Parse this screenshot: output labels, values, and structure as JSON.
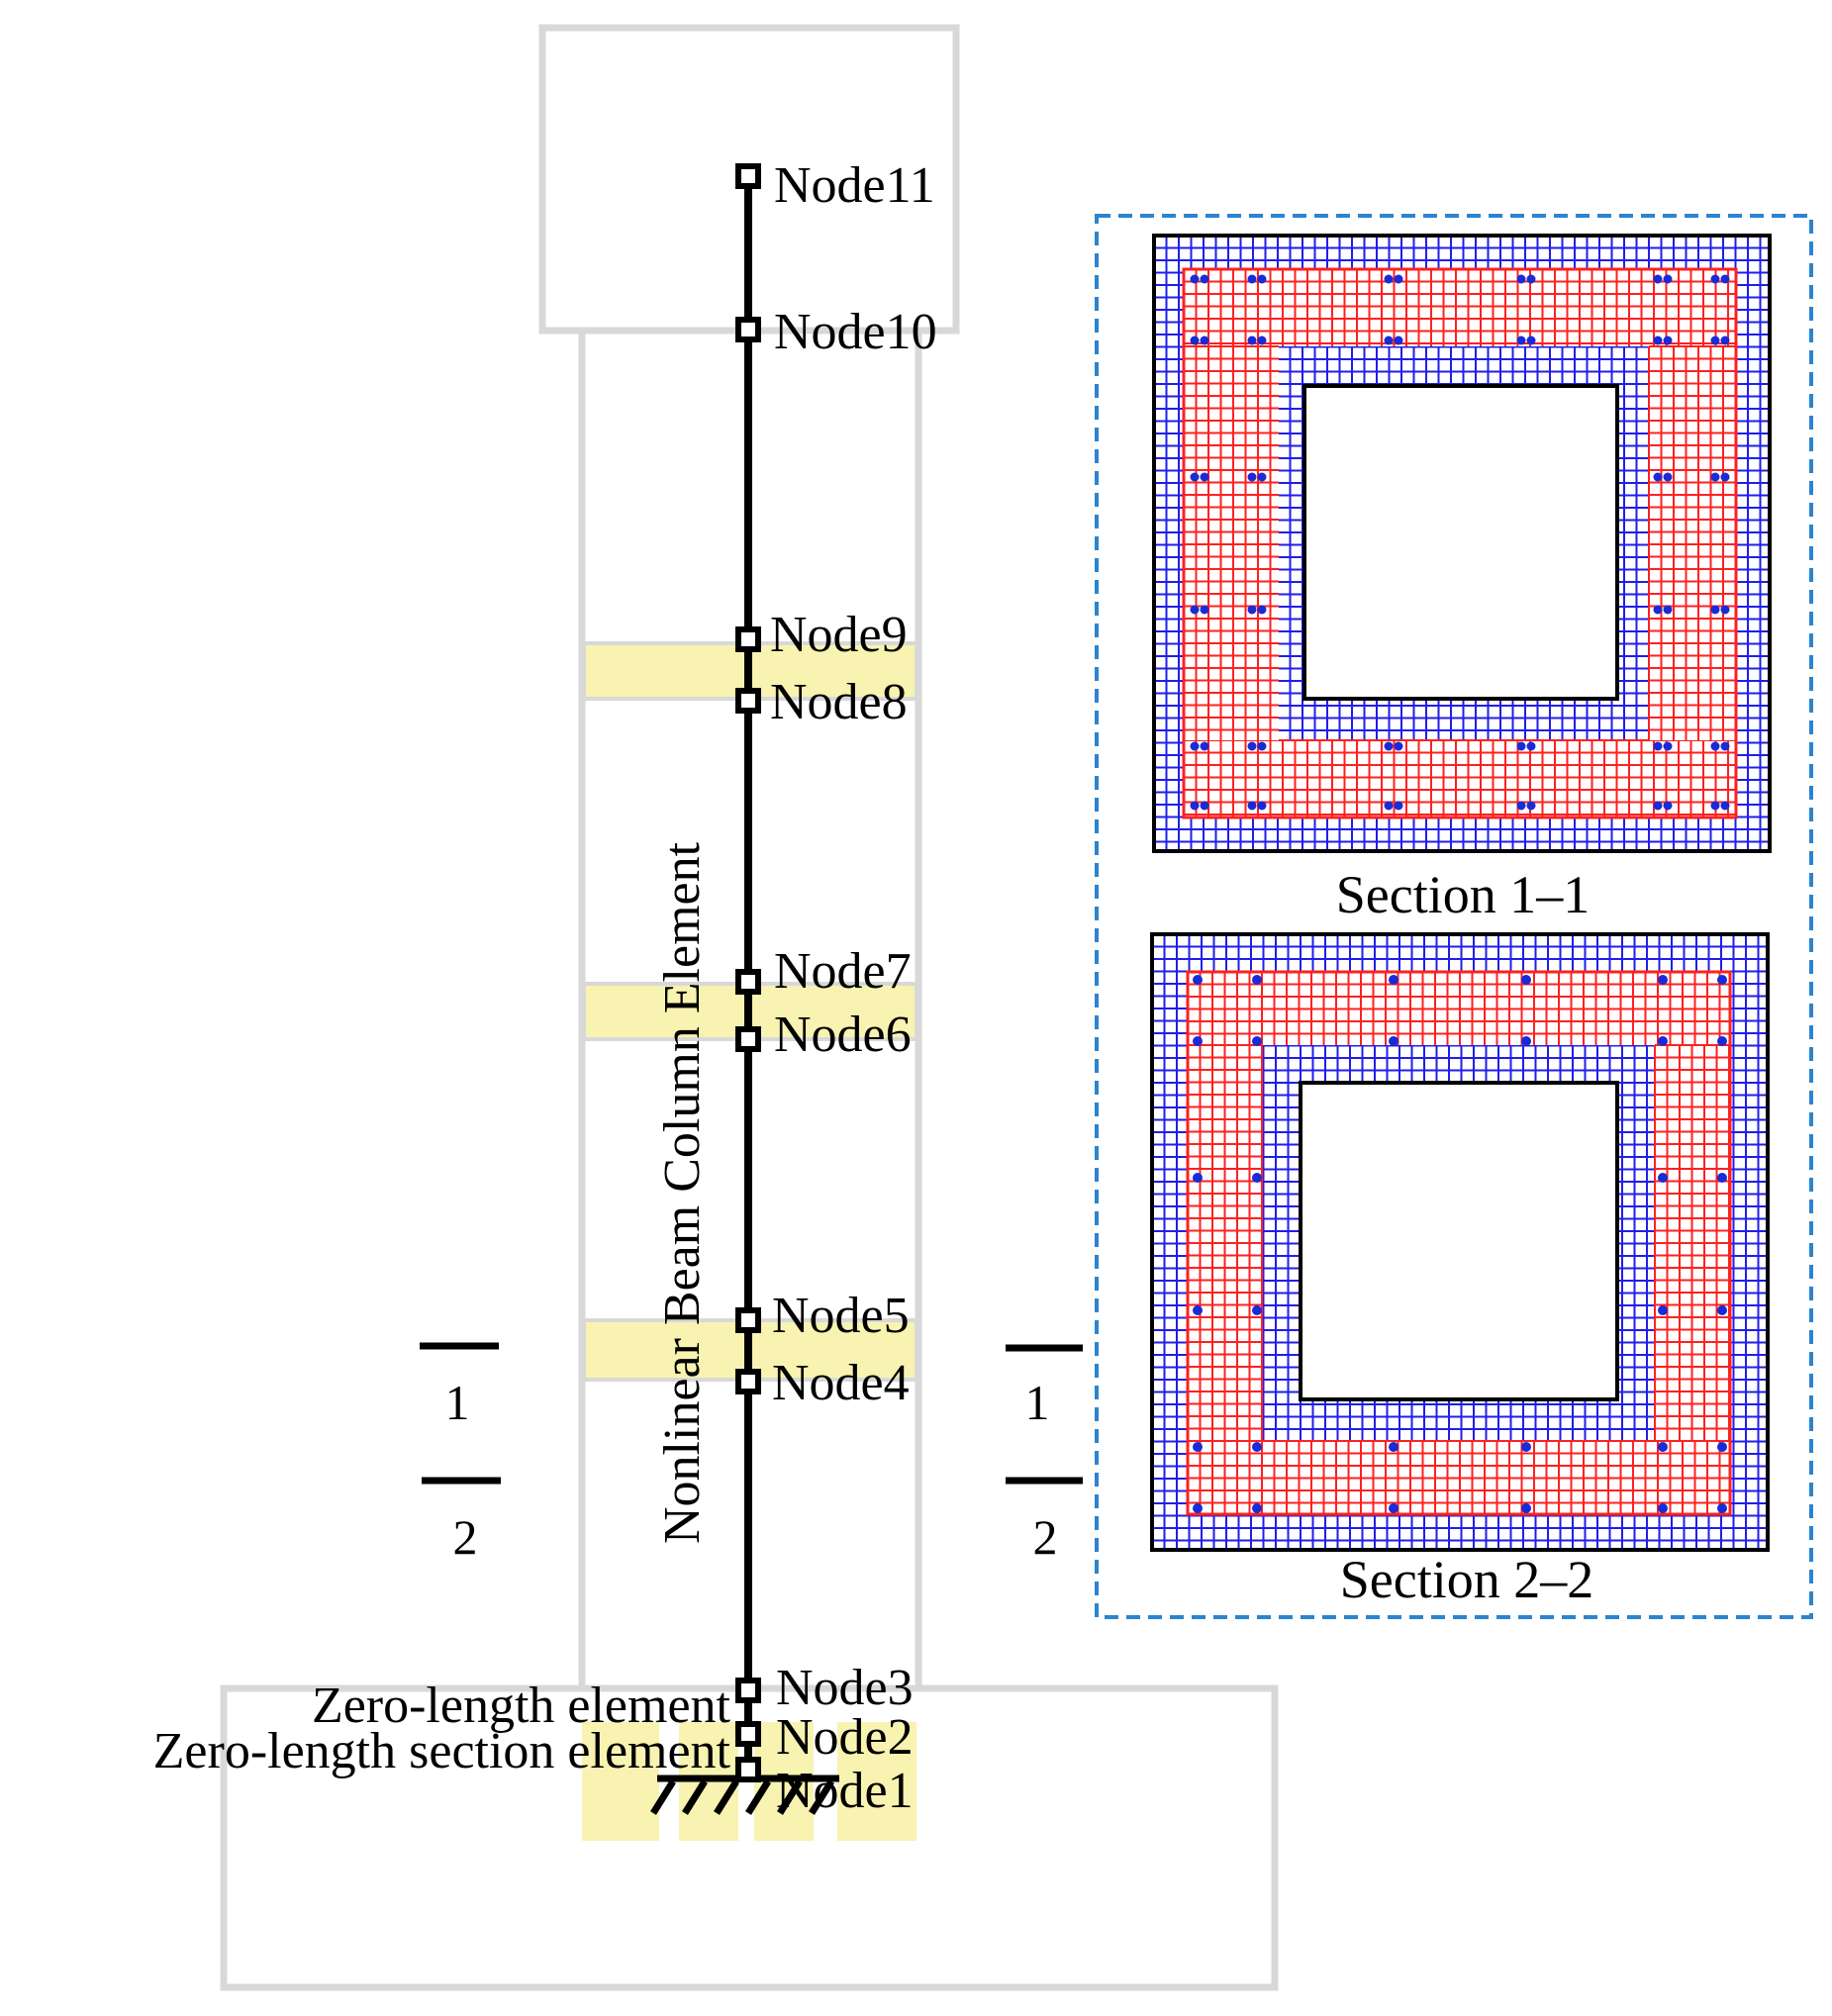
{
  "nodes": [
    {
      "id": "node-1",
      "label": "Node1"
    },
    {
      "id": "node-2",
      "label": "Node2"
    },
    {
      "id": "node-3",
      "label": "Node3"
    },
    {
      "id": "node-4",
      "label": "Node4"
    },
    {
      "id": "node-5",
      "label": "Node5"
    },
    {
      "id": "node-6",
      "label": "Node6"
    },
    {
      "id": "node-7",
      "label": "Node7"
    },
    {
      "id": "node-8",
      "label": "Node8"
    },
    {
      "id": "node-9",
      "label": "Node9"
    },
    {
      "id": "node-10",
      "label": "Node10"
    },
    {
      "id": "node-11",
      "label": "Node11"
    }
  ],
  "element_labels": {
    "beam_column": "Nonlinear Beam Column Element",
    "zero_length": "Zero-length element",
    "zero_length_section": "Zero-length section element"
  },
  "section_marks": {
    "mark_1": "1",
    "mark_2": "2"
  },
  "sections": [
    {
      "id": "section-1-1",
      "title": "Section 1–1"
    },
    {
      "id": "section-2-2",
      "title": "Section 2–2"
    }
  ],
  "colors": {
    "column_line": "#000000",
    "outline_gray": "#d8d8d8",
    "highlight_yellow": "#f8f3b0",
    "fiber_core": "#ff2020",
    "fiber_cover": "#1f1fe8",
    "rebar": "#1a2bd6",
    "inset_border": "#2b84d0"
  },
  "icons": {
    "fixed_support": "hatched-ground-icon",
    "node_marker": "square-node-icon"
  }
}
